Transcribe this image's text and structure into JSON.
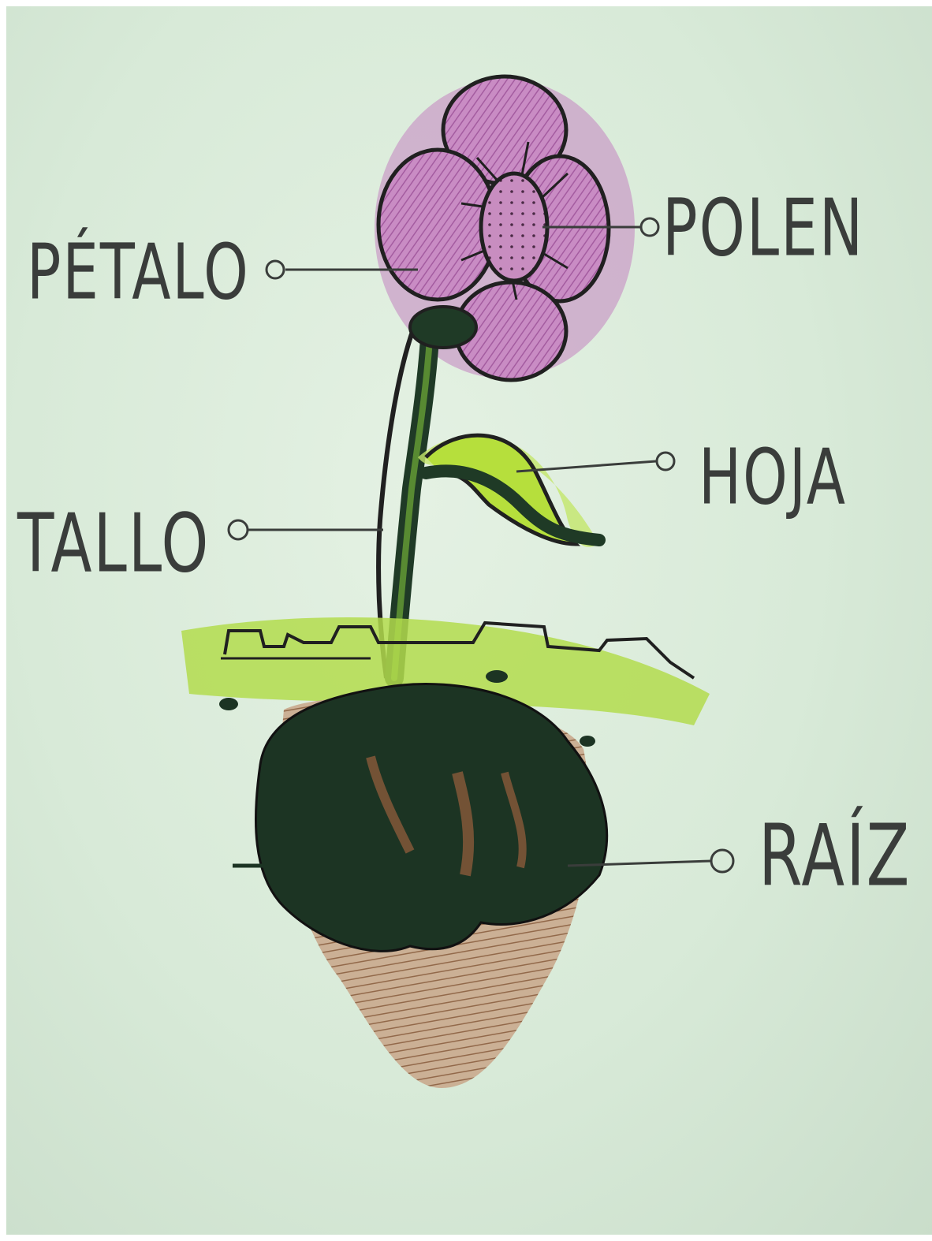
{
  "diagram": {
    "labels": {
      "petalo": "PÉTALO",
      "polen": "POLEN",
      "hoja": "HOJA",
      "tallo": "TALLO",
      "raiz": "RAÍZ"
    },
    "colors": {
      "paper": "#d8ead8",
      "petal_fill": "#b46fb0",
      "pollen_fill": "#c07fb8",
      "stem_dark": "#1f3a26",
      "leaf_green": "#b6df3c",
      "grass_green": "#a9d83a",
      "soil_brown": "#8a5a3a",
      "outline": "#202020",
      "label_text": "#3a3d3b"
    }
  }
}
